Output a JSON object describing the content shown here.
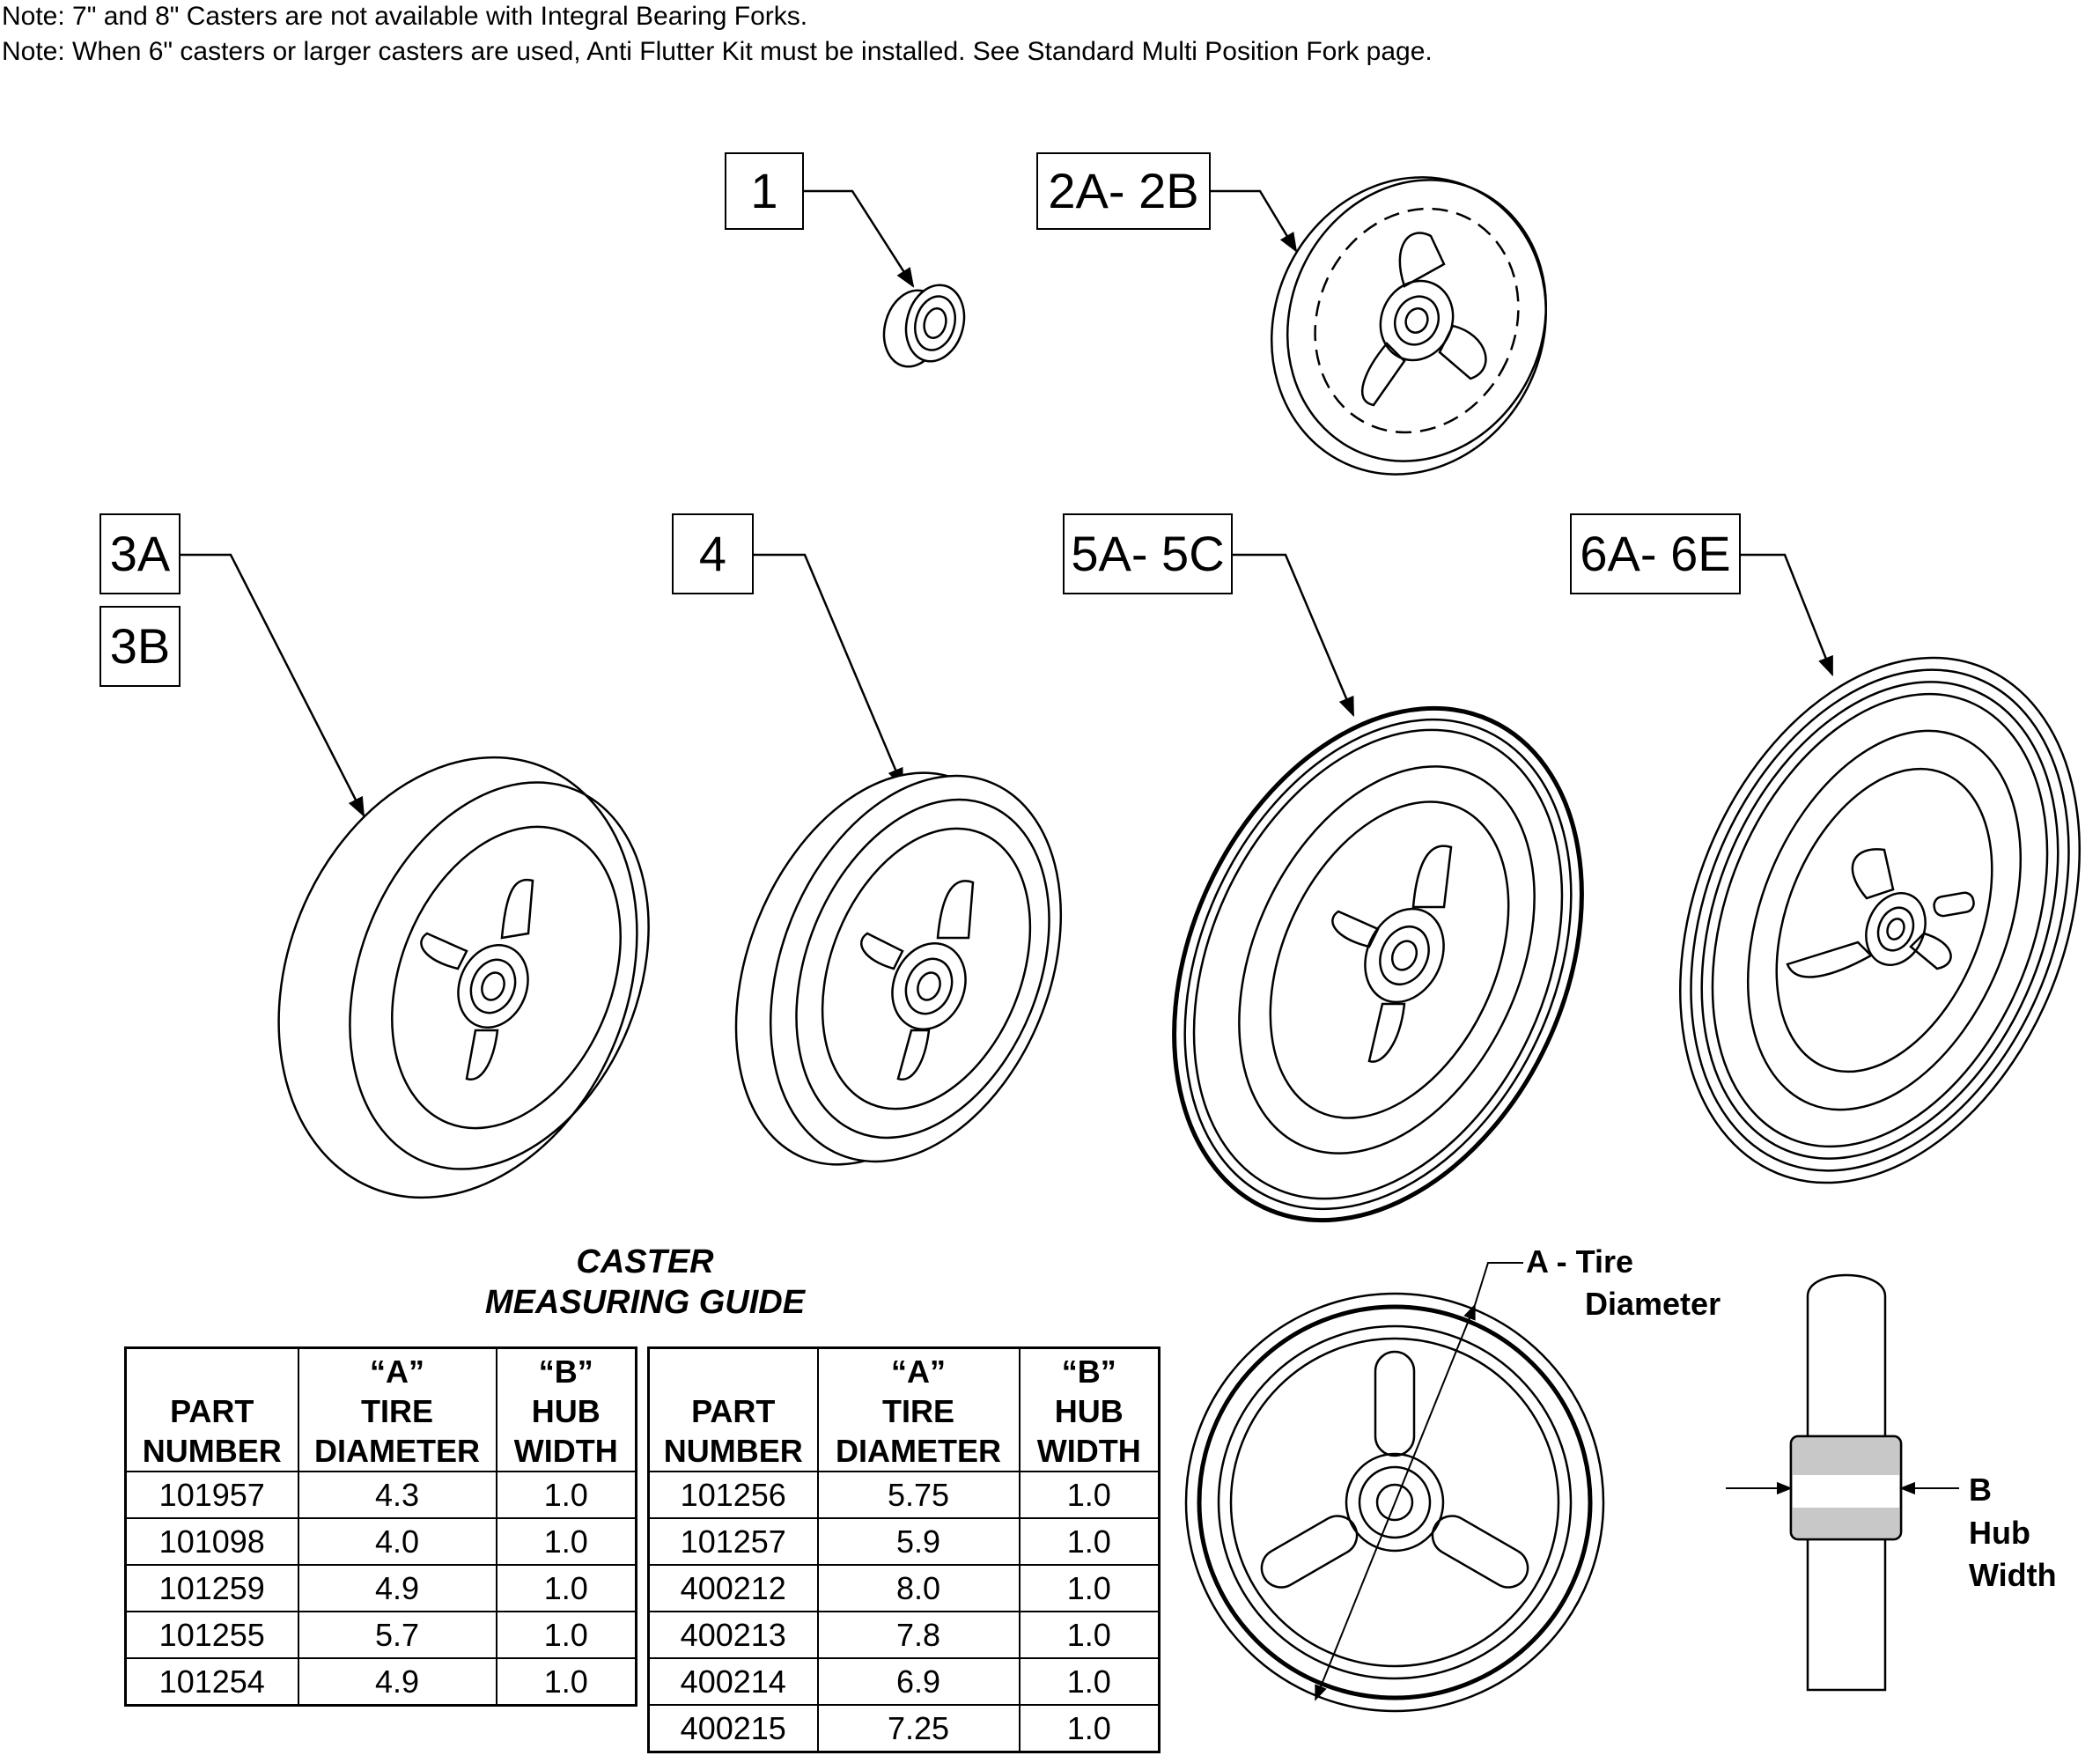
{
  "notes": [
    "Note: 7\" and 8\" Casters are not available with Integral Bearing Forks.",
    "Note: When 6\" casters or larger casters are used, Anti Flutter Kit must be installed. See Standard Multi Position Fork page."
  ],
  "callouts": {
    "c1": "1",
    "c2": "2A- 2B",
    "c3a": "3A",
    "c3b": "3B",
    "c4": "4",
    "c5": "5A- 5C",
    "c6": "6A- 6E"
  },
  "guide": {
    "title_line1": "CASTER",
    "title_line2": "MEASURING GUIDE",
    "headers": {
      "part_1": "PART",
      "part_2": "NUMBER",
      "a_1": "“A”",
      "a_2": "TIRE",
      "a_3": "DIAMETER",
      "b_1": "“B”",
      "b_2": "HUB",
      "b_3": "WIDTH"
    },
    "left_rows": [
      {
        "part": "101957",
        "a": "4.3",
        "b": "1.0"
      },
      {
        "part": "101098",
        "a": "4.0",
        "b": "1.0"
      },
      {
        "part": "101259",
        "a": "4.9",
        "b": "1.0"
      },
      {
        "part": "101255",
        "a": "5.7",
        "b": "1.0"
      },
      {
        "part": "101254",
        "a": "4.9",
        "b": "1.0"
      }
    ],
    "right_rows": [
      {
        "part": "101256",
        "a": "5.75",
        "b": "1.0"
      },
      {
        "part": "101257",
        "a": "5.9",
        "b": "1.0"
      },
      {
        "part": "400212",
        "a": "8.0",
        "b": "1.0"
      },
      {
        "part": "400213",
        "a": "7.8",
        "b": "1.0"
      },
      {
        "part": "400214",
        "a": "6.9",
        "b": "1.0"
      },
      {
        "part": "400215",
        "a": "7.25",
        "b": "1.0"
      }
    ]
  },
  "dimension_labels": {
    "a_line1": "A - Tire",
    "a_line2": "Diameter",
    "b_line1": "B",
    "b_line2": "Hub",
    "b_line3": "Width"
  }
}
